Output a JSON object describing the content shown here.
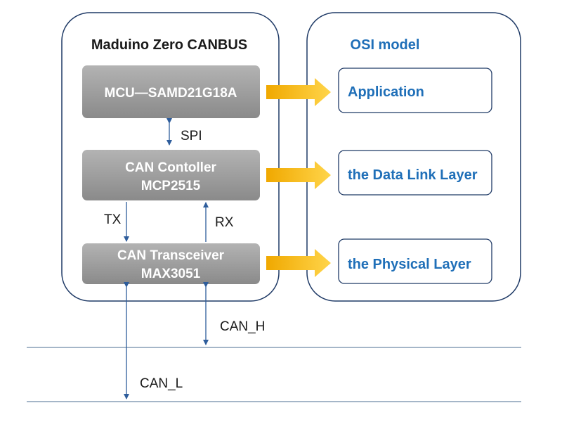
{
  "board": {
    "title": "Maduino Zero CANBUS",
    "mcu": {
      "label": "MCU—SAMD21G18A"
    },
    "controller": {
      "line1": "CAN Contoller",
      "line2": "MCP2515"
    },
    "transceiver": {
      "line1": "CAN Transceiver",
      "line2": "MAX3051"
    }
  },
  "signals": {
    "spi": "SPI",
    "tx": "TX",
    "rx": "RX",
    "can_h": "CAN_H",
    "can_l": "CAN_L"
  },
  "osi": {
    "title": "OSI model",
    "layers": [
      "Application",
      "the Data Link Layer",
      "the Physical Layer"
    ]
  },
  "colors": {
    "frame_border": "#1f3a66",
    "block_fill": "#9e9e9e",
    "arrow_fill": "#f5b800",
    "osi_text": "#1f6fb8",
    "connector": "#2e5d9c",
    "bus_line": "#6f8aa8"
  }
}
